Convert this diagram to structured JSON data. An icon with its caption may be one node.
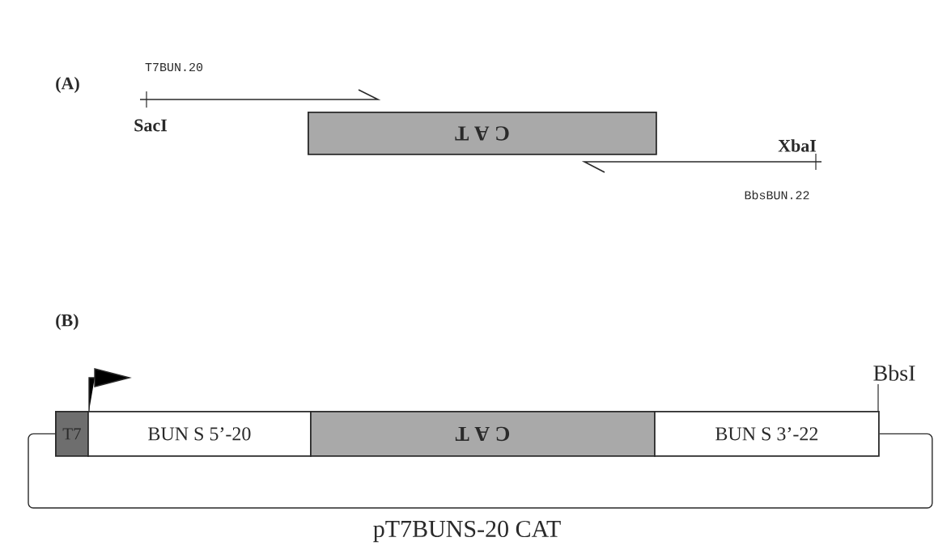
{
  "diagram": {
    "nodes": [
      {
        "text": [
          "C A T"
        ]
      },
      {
        "text": [
          "T7"
        ]
      },
      {
        "text": [
          "BUN S 5’-20"
        ]
      },
      {
        "text": [
          "C A T"
        ]
      },
      {
        "text": [
          "BUN S 3’-22"
        ]
      }
    ],
    "edges": [
      {
        "from": 1,
        "to": 4,
        "arrow": "none"
      }
    ],
    "labels": [
      "(A)",
      "T7BUN.20",
      "SacI",
      "XbaI",
      "BbsBUN.22",
      "(B)",
      "BbsI",
      "pT7BUNS-20 CAT"
    ]
  }
}
